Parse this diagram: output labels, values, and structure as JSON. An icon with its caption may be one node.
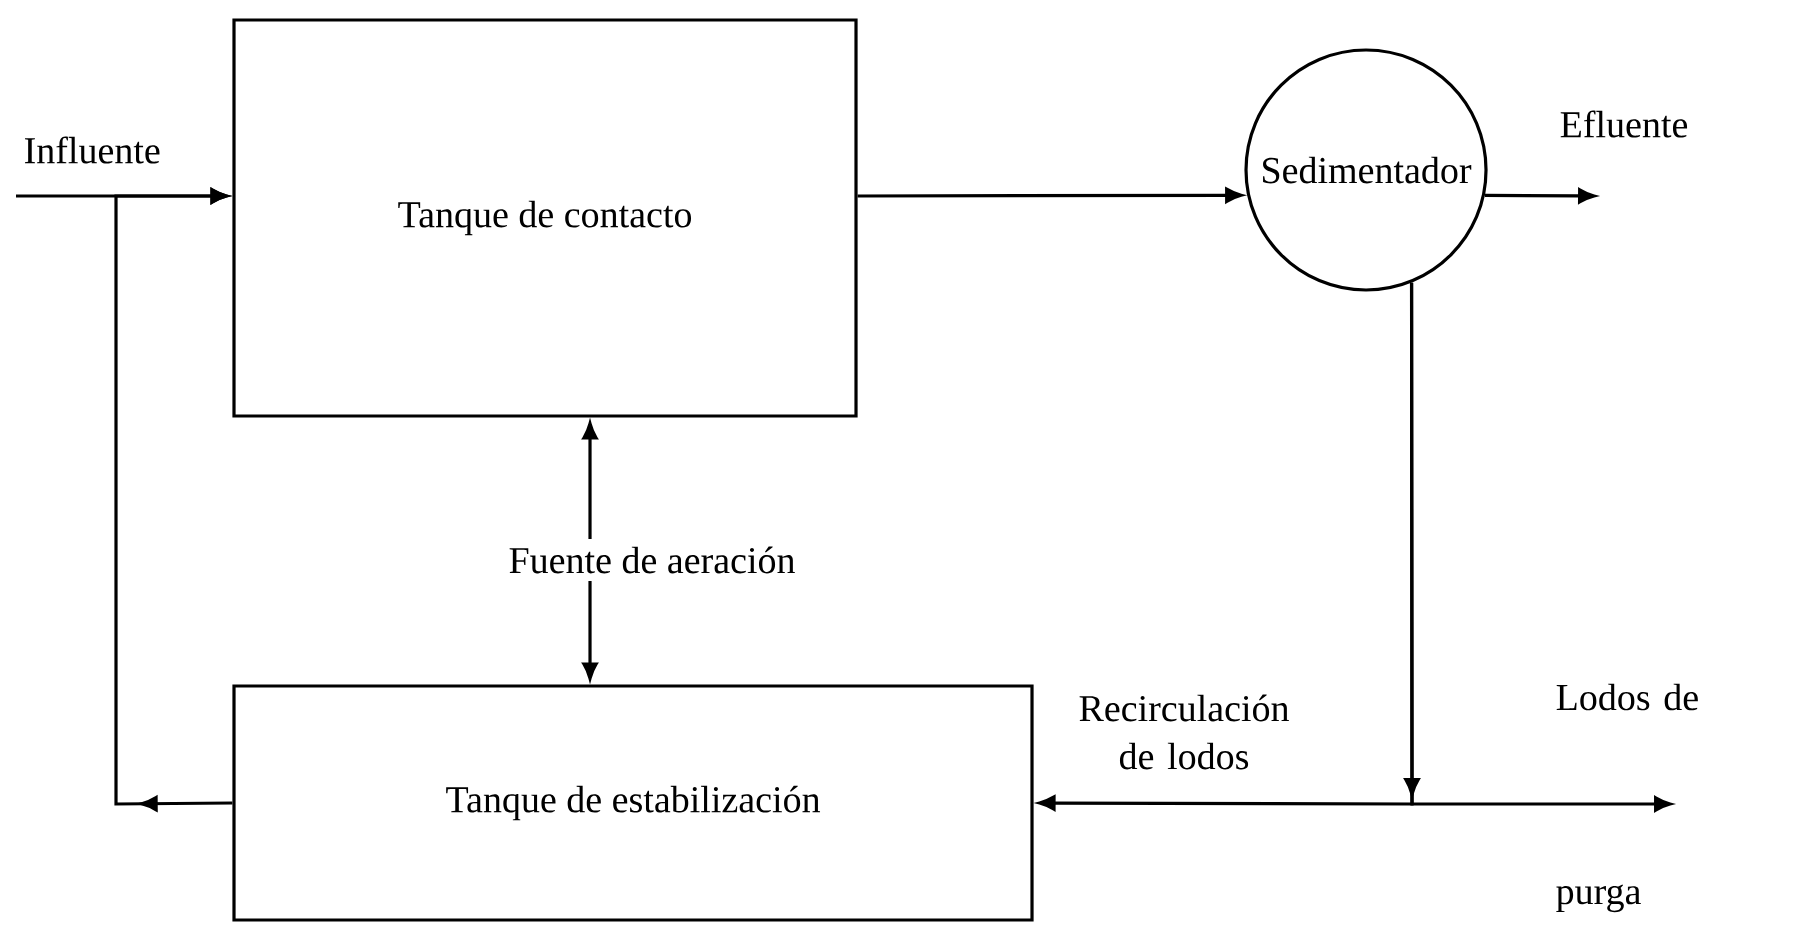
{
  "diagram": {
    "nodes": [
      {
        "text": [
          "Tanque de contacto"
        ]
      },
      {
        "text": [
          "Sedimentador"
        ]
      },
      {
        "text": [
          "Fuente de aeración"
        ]
      },
      {
        "text": [
          "Tanque de estabilización"
        ]
      },
      {
        "text": [
          "Lodos de purga"
        ]
      }
    ],
    "edges": [
      {
        "from": null,
        "to": 0,
        "arrow": "to"
      },
      {
        "from": 0,
        "to": 1,
        "arrow": "to"
      },
      {
        "from": 1,
        "to": null,
        "arrow": "to"
      },
      {
        "from": 2,
        "to": 0,
        "arrow": "to"
      },
      {
        "from": 2,
        "to": 3,
        "arrow": "to"
      },
      {
        "from": 1,
        "to": 3,
        "arrow": "to",
        "label": "Recirculación de lodos"
      },
      {
        "from": 1,
        "to": 4,
        "arrow": "to"
      },
      {
        "from": 3,
        "to": 0,
        "arrow": "to"
      }
    ],
    "labels": [
      "Influente",
      "Efluente"
    ]
  }
}
